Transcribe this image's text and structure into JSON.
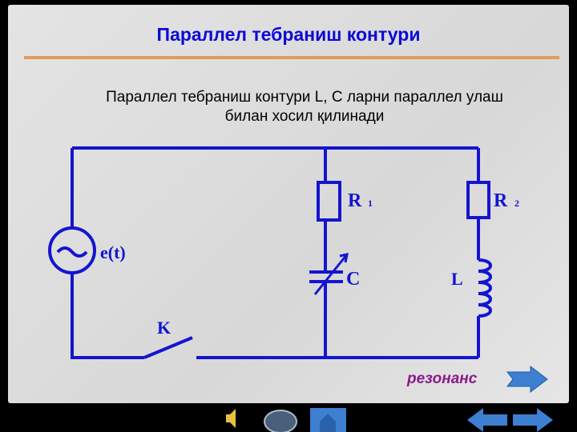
{
  "title": "Параллел тебраниш контури",
  "description": {
    "line1": "Параллел тебраниш контури  L, C ларни параллел улаш",
    "line2": "билан хосил қилинади"
  },
  "circuit": {
    "source_label": "e(t)",
    "r1_label": "R",
    "r1_sub": "1",
    "r2_label": "R",
    "r2_sub": "2",
    "c_label": "C",
    "l_label": "L",
    "k_label": "K"
  },
  "resonance_link": "резонанс",
  "colors": {
    "wire": "#1414d0",
    "title": "#0a0ad8",
    "link": "#8a1a8a"
  },
  "nav": {
    "icons": [
      "speaker-icon",
      "globe-icon",
      "home-icon",
      "prev-arrow-icon",
      "next-arrow-icon"
    ]
  }
}
